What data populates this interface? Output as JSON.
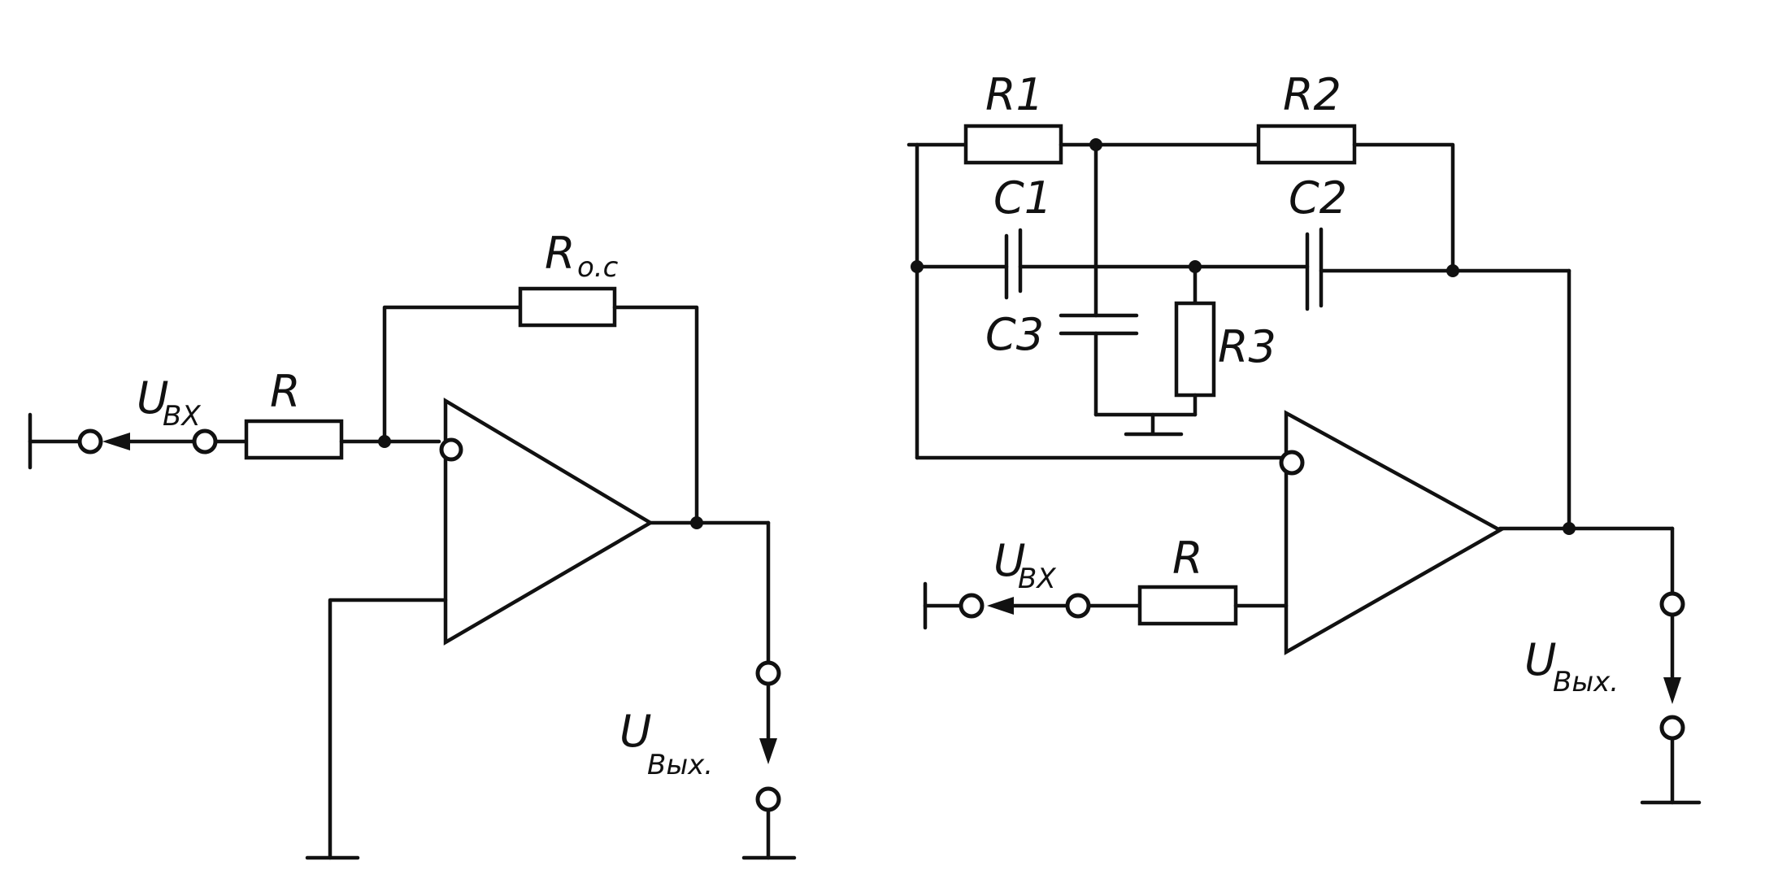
{
  "circuit_left": {
    "input_voltage": "U",
    "input_voltage_sub": "BX",
    "input_resistor": "R",
    "feedback_resistor": "R",
    "feedback_resistor_sub": "o.c",
    "output_voltage": "U",
    "output_voltage_sub": "Bых."
  },
  "circuit_right": {
    "r1": "R1",
    "r2": "R2",
    "r3": "R3",
    "c1": "C1",
    "c2": "C2",
    "c3": "C3",
    "input_voltage": "U",
    "input_voltage_sub": "BX",
    "input_resistor": "R",
    "output_voltage": "U",
    "output_voltage_sub": "Bых."
  },
  "colors": {
    "ink": "#111111",
    "paper": "#ffffff"
  }
}
